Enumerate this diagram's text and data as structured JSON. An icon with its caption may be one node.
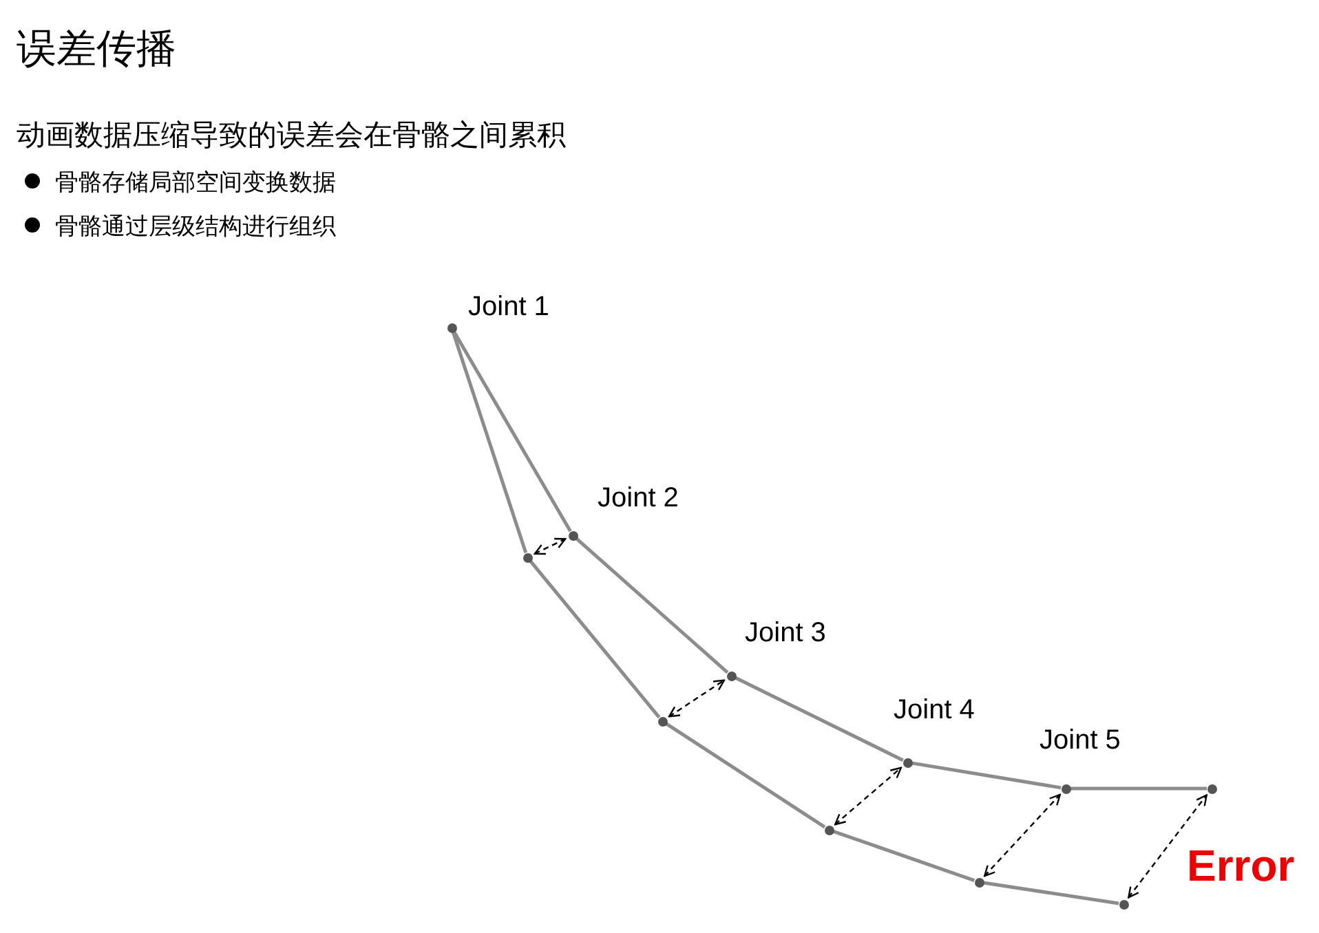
{
  "diagram": {
    "title": "误差传播",
    "nodes": [
      {
        "text": [],
        "shape": "circle",
        "beside": [
          "Joint 1"
        ]
      },
      {
        "text": [],
        "shape": "circle"
      },
      {
        "text": [],
        "shape": "circle",
        "beside": [
          "Joint 2"
        ]
      },
      {
        "text": [],
        "shape": "circle"
      },
      {
        "text": [],
        "shape": "circle",
        "beside": [
          "Joint 3"
        ]
      },
      {
        "text": [],
        "shape": "circle"
      },
      {
        "text": [],
        "shape": "circle",
        "beside": [
          "Joint 4"
        ]
      },
      {
        "text": [],
        "shape": "circle"
      },
      {
        "text": [],
        "shape": "circle",
        "beside": [
          "Joint 5"
        ]
      },
      {
        "text": [],
        "shape": "circle"
      },
      {
        "text": [],
        "shape": "circle"
      }
    ],
    "edges": [
      {
        "from": 0,
        "to": 2,
        "arrow": "none"
      },
      {
        "from": 2,
        "to": 4,
        "arrow": "none"
      },
      {
        "from": 4,
        "to": 6,
        "arrow": "none"
      },
      {
        "from": 6,
        "to": 8,
        "arrow": "none"
      },
      {
        "from": 8,
        "to": 10,
        "arrow": "none"
      },
      {
        "from": 0,
        "to": 1,
        "arrow": "none"
      },
      {
        "from": 1,
        "to": 3,
        "arrow": "none"
      },
      {
        "from": 3,
        "to": 5,
        "arrow": "none"
      },
      {
        "from": 5,
        "to": 7,
        "arrow": "none"
      },
      {
        "from": 7,
        "to": 9,
        "arrow": "none"
      },
      {
        "from": 1,
        "to": 2,
        "arrow": "both",
        "style": "dashed",
        "color": "#000000"
      },
      {
        "from": 3,
        "to": 4,
        "arrow": "both",
        "style": "dashed",
        "color": "#000000"
      },
      {
        "from": 5,
        "to": 6,
        "arrow": "both",
        "style": "dashed",
        "color": "#000000"
      },
      {
        "from": 7,
        "to": 8,
        "arrow": "both",
        "style": "dashed",
        "color": "#000000"
      },
      {
        "from": 9,
        "to": 10,
        "arrow": "both",
        "style": "dashed",
        "color": "#000000"
      }
    ],
    "labels": [
      "动画数据压缩导致的误差会在骨骼之间累积",
      "骨骼存储局部空间变换数据",
      "骨骼通过层级结构进行组织",
      "Error"
    ]
  }
}
